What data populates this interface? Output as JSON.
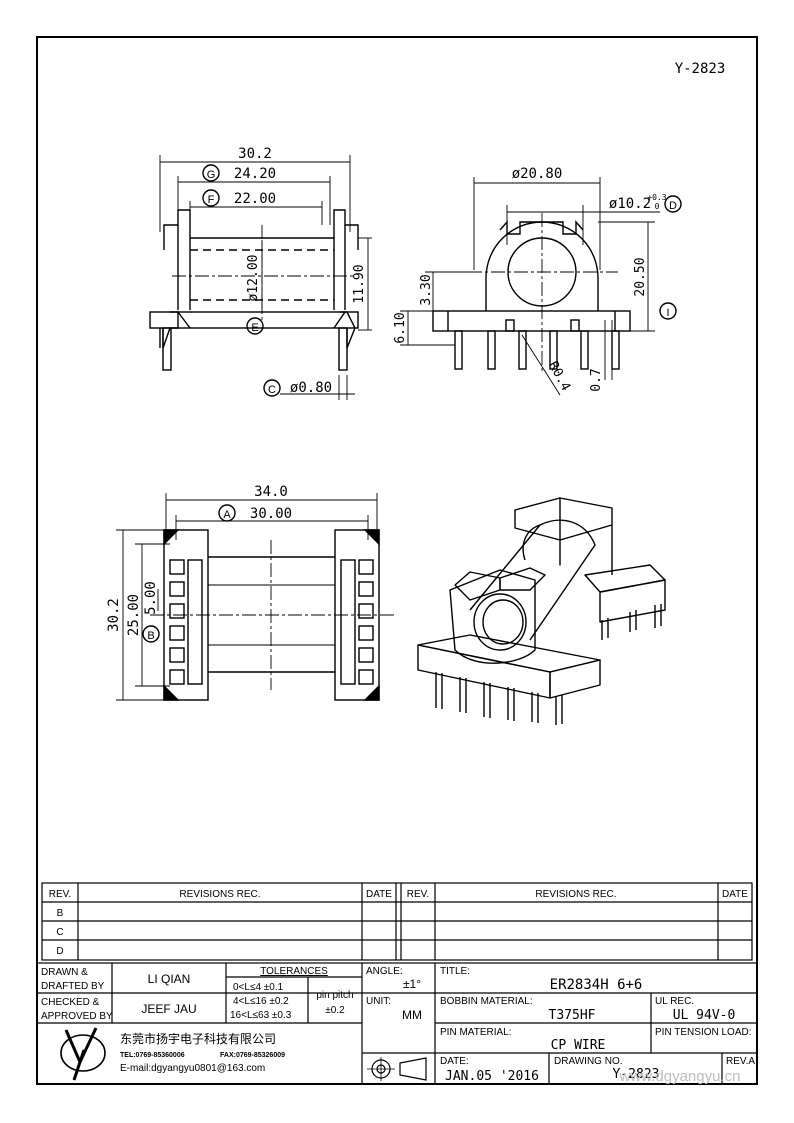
{
  "drawing_id": "Y-2823",
  "dims": {
    "front_overall": "30.2",
    "front_g": "24.20",
    "front_f": "22.00",
    "front_diam": "ø12.00",
    "front_height": "11.90",
    "pin_diam": "ø0.80",
    "side_diam_outer": "ø20.80",
    "side_diam_inner": "ø10.2",
    "side_tol_upper": "+0.3",
    "side_tol_lower": "0",
    "side_h1": "3.30",
    "side_h2": "20.50",
    "side_base": "6.10",
    "radius": "R0.4",
    "pin_offset": "0.7",
    "top_overall": "34.0",
    "top_a": "30.00",
    "top_h_overall": "30.2",
    "top_h2": "25.00",
    "top_pitch": "5.00"
  },
  "markers": [
    "A",
    "B",
    "C",
    "D",
    "E",
    "F",
    "G",
    "I"
  ],
  "revisions": {
    "left_header": {
      "rev": "REV.",
      "rec": "REVISIONS    REC.",
      "date": "DATE"
    },
    "right_header": {
      "rev": "REV.",
      "rec": "REVISIONS    REC.",
      "date": "DATE"
    },
    "rows": [
      "B",
      "C",
      "D"
    ]
  },
  "title_block": {
    "drawn_label": "DRAWN  &",
    "drafted_label": "DRAFTED BY",
    "drawn_value": "LI QIAN",
    "checked_label": "CHECKED  &",
    "approved_label": "APPROVED BY",
    "checked_value": "JEEF JAU",
    "tolerances_label": "TOLERANCES",
    "tol_1": "0<L≤4   ±0.1",
    "tol_2": "4<L≤16  ±0.2",
    "tol_3": "16<L≤63  ±0.3",
    "pin_pitch_label": "pin pitch",
    "pin_pitch_value": "±0.2",
    "angle_label": "ANGLE:",
    "angle_value": "±1°",
    "unit_label": "UNIT:",
    "unit_value": "MM",
    "title_label": "TITLE:",
    "title_value": "ER2834H  6+6",
    "bobbin_label": "BOBBIN MATERIAL:",
    "bobbin_value": "T375HF",
    "ul_label": "UL REC.",
    "ul_value": "UL 94V-0",
    "pin_mat_label": "PIN MATERIAL:",
    "pin_mat_value": "CP  WIRE",
    "pin_tension_label": "PIN TENSION LOAD:",
    "date_label": "DATE:",
    "date_value": "JAN.05 '2016",
    "drawing_no_label": "DRAWING NO.",
    "drawing_no_value": "Y-2823",
    "rev_label": "REV.A",
    "company_cn": "东莞市扬宇电子科技有限公司",
    "tel": "TEL:0769-85360006",
    "fax": "FAX:0769-85326009",
    "email": "E-mail:dgyangyu0801@163.com"
  },
  "watermark": "www.dgyangyu.cn"
}
